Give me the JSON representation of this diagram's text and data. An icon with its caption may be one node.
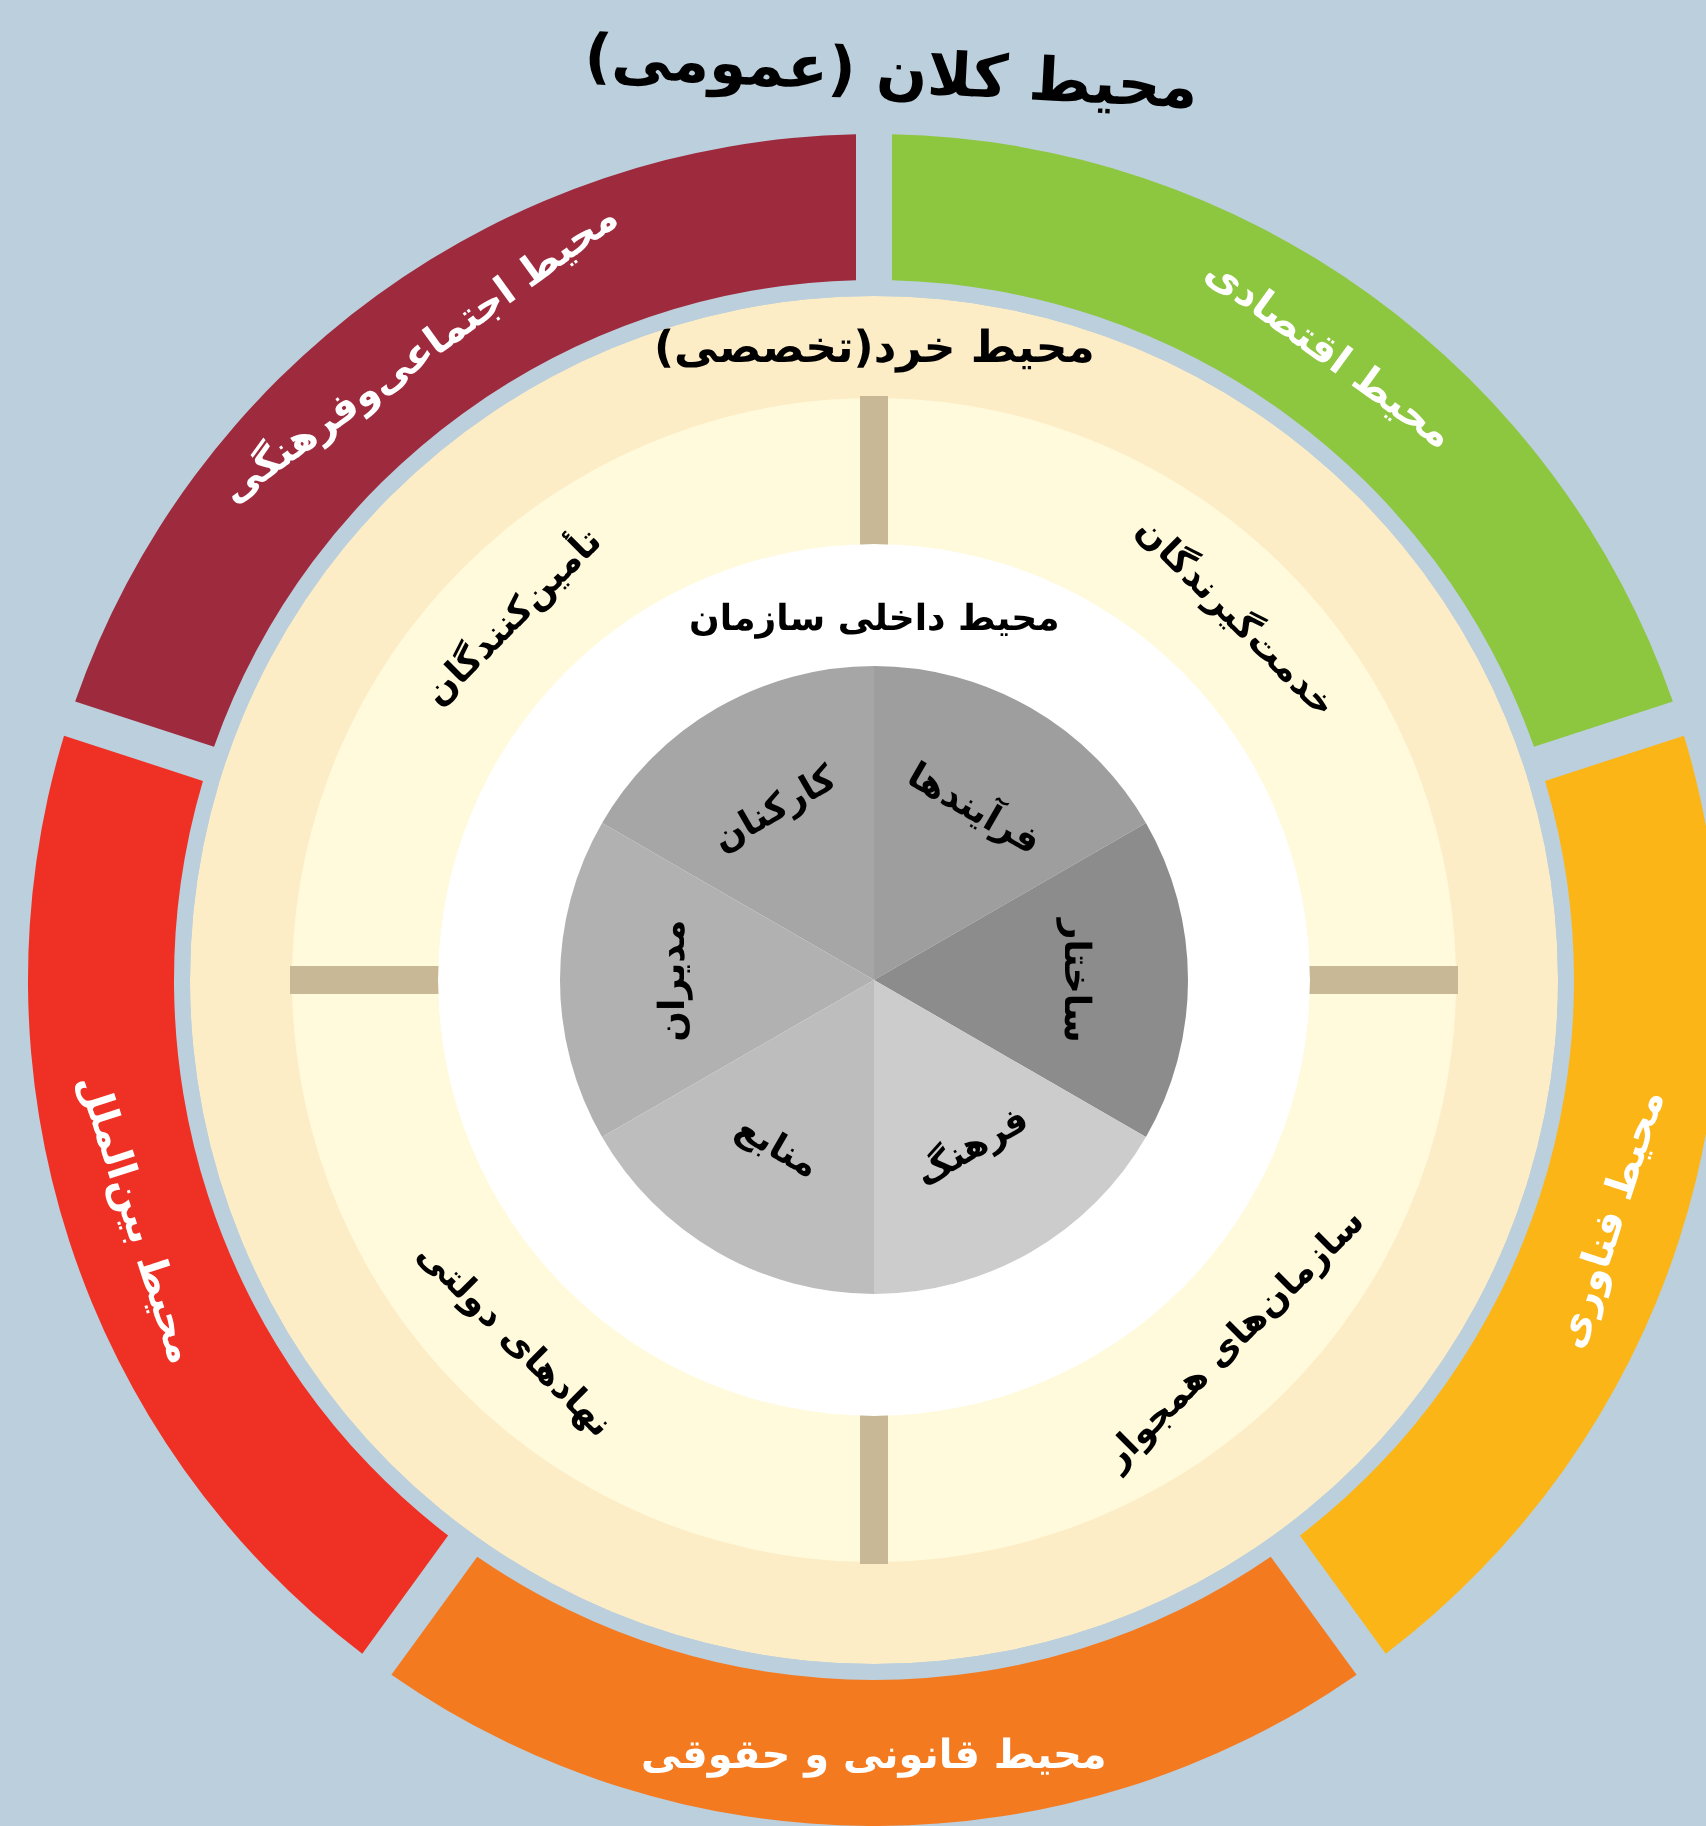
{
  "diagram": {
    "title": "محیط کلان (عمومی)",
    "nodes": [
      {
        "text": [
          "محیط اجتماعی‌وفرهنگی"
        ]
      },
      {
        "text": [
          "محیط اقتصادی"
        ]
      },
      {
        "text": [
          "محیط بین‌الملل"
        ]
      },
      {
        "text": [
          "محیط فناوری"
        ]
      },
      {
        "text": [
          "محیط قانونی و حقوقی"
        ]
      },
      {
        "text": [
          "محیط خرد(تخصصی)"
        ]
      },
      {
        "text": [
          "تأمین‌کنندگان"
        ],
        "in": 5
      },
      {
        "text": [
          "خدمت‌گیرندگان"
        ],
        "in": 5
      },
      {
        "text": [
          "نهادهای دولتی"
        ],
        "in": 5
      },
      {
        "text": [
          "سازمان‌های همجوار"
        ],
        "in": 5
      },
      {
        "text": [
          "محیط داخلی سازمان"
        ],
        "in": 5
      },
      {
        "text": [
          "کارکنان"
        ],
        "in": 10
      },
      {
        "text": [
          "فرآیندها"
        ],
        "in": 10
      },
      {
        "text": [
          "مدیران"
        ],
        "in": 10
      },
      {
        "text": [
          "ساختار"
        ],
        "in": 10
      },
      {
        "text": [
          "منابع"
        ],
        "in": 10
      },
      {
        "text": [
          "فرهنگ"
        ],
        "in": 10
      }
    ]
  }
}
